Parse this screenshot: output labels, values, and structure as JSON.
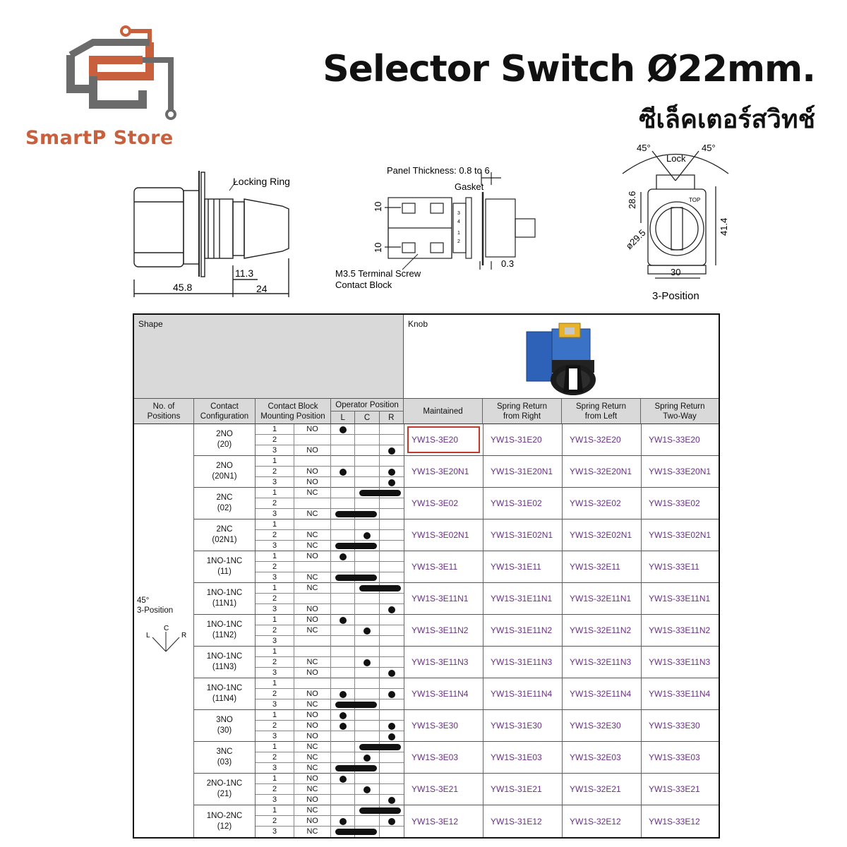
{
  "brand": {
    "name": "SmartP Store",
    "logo_icon": "circuit-s-logo",
    "color": "#c8603d"
  },
  "header": {
    "title": "Selector Switch Ø22mm.",
    "subtitle": "ซีเล็คเตอร์สวิทช์"
  },
  "drawings": {
    "side": {
      "locking_ring": "Locking Ring",
      "dim_length": "45.8",
      "dim_depth": "24",
      "dim_offset": "11.3"
    },
    "section": {
      "panel_thickness": "Panel Thickness: 0.8 to 6",
      "gasket": "Gasket",
      "terminal": "M3.5 Terminal Screw",
      "contact_block": "Contact Block",
      "dim_pitch_top": "10",
      "dim_pitch_bottom": "10",
      "dim_gasket": "0.3",
      "terminal_nums": [
        "3",
        "4",
        "1",
        "2"
      ]
    },
    "front": {
      "angle_left": "45°",
      "angle_right": "45°",
      "lock": "Lock",
      "dim_h1": "28.6",
      "dim_h2": "41.4",
      "dim_dia": "ø29.5",
      "dim_w": "30",
      "top_mark": "TOP",
      "caption": "3-Position"
    }
  },
  "table": {
    "shape_label": "Shape",
    "knob_label": "Knob",
    "knob_icon": "selector-switch-photo",
    "headers": {
      "positions": "No. of\nPositions",
      "config": "Contact\nConfiguration",
      "mounting": "Contact Block\nMounting Position",
      "operator": "Operator Position",
      "op_l": "L",
      "op_c": "C",
      "op_r": "R",
      "maintained": "Maintained",
      "spring_right": "Spring Return\nfrom Right",
      "spring_left": "Spring Return\nfrom Left",
      "spring_two": "Spring Return\nTwo-Way"
    },
    "position_label": "45°\n3-Position",
    "lcr": [
      "L",
      "C",
      "R"
    ],
    "groups": [
      {
        "config": "2NO\n(20)",
        "rows": [
          {
            "n": "1",
            "t": "NO",
            "op": "L"
          },
          {
            "n": "2",
            "t": "",
            "op": ""
          },
          {
            "n": "3",
            "t": "NO",
            "op": "R"
          }
        ],
        "models": [
          "YW1S-3E20",
          "YW1S-31E20",
          "YW1S-32E20",
          "YW1S-33E20"
        ]
      },
      {
        "config": "2NO\n(20N1)",
        "rows": [
          {
            "n": "1",
            "t": "",
            "op": ""
          },
          {
            "n": "2",
            "t": "NO",
            "op": "L,R"
          },
          {
            "n": "3",
            "t": "NO",
            "op": "R"
          }
        ],
        "models": [
          "YW1S-3E20N1",
          "YW1S-31E20N1",
          "YW1S-32E20N1",
          "YW1S-33E20N1"
        ]
      },
      {
        "config": "2NC\n(02)",
        "rows": [
          {
            "n": "1",
            "t": "NC",
            "op": "CR"
          },
          {
            "n": "2",
            "t": "",
            "op": ""
          },
          {
            "n": "3",
            "t": "NC",
            "op": "LC"
          }
        ],
        "models": [
          "YW1S-3E02",
          "YW1S-31E02",
          "YW1S-32E02",
          "YW1S-33E02"
        ]
      },
      {
        "config": "2NC\n(02N1)",
        "rows": [
          {
            "n": "1",
            "t": "",
            "op": ""
          },
          {
            "n": "2",
            "t": "NC",
            "op": "C"
          },
          {
            "n": "3",
            "t": "NC",
            "op": "LC"
          }
        ],
        "models": [
          "YW1S-3E02N1",
          "YW1S-31E02N1",
          "YW1S-32E02N1",
          "YW1S-33E02N1"
        ]
      },
      {
        "config": "1NO-1NC\n(11)",
        "rows": [
          {
            "n": "1",
            "t": "NO",
            "op": "L"
          },
          {
            "n": "2",
            "t": "",
            "op": ""
          },
          {
            "n": "3",
            "t": "NC",
            "op": "LC"
          }
        ],
        "models": [
          "YW1S-3E11",
          "YW1S-31E11",
          "YW1S-32E11",
          "YW1S-33E11"
        ]
      },
      {
        "config": "1NO-1NC\n(11N1)",
        "rows": [
          {
            "n": "1",
            "t": "NC",
            "op": "CR"
          },
          {
            "n": "2",
            "t": "",
            "op": ""
          },
          {
            "n": "3",
            "t": "NO",
            "op": "R"
          }
        ],
        "models": [
          "YW1S-3E11N1",
          "YW1S-31E11N1",
          "YW1S-32E11N1",
          "YW1S-33E11N1"
        ]
      },
      {
        "config": "1NO-1NC\n(11N2)",
        "rows": [
          {
            "n": "1",
            "t": "NO",
            "op": "L"
          },
          {
            "n": "2",
            "t": "NC",
            "op": "C"
          },
          {
            "n": "3",
            "t": "",
            "op": ""
          }
        ],
        "models": [
          "YW1S-3E11N2",
          "YW1S-31E11N2",
          "YW1S-32E11N2",
          "YW1S-33E11N2"
        ]
      },
      {
        "config": "1NO-1NC\n(11N3)",
        "rows": [
          {
            "n": "1",
            "t": "",
            "op": ""
          },
          {
            "n": "2",
            "t": "NC",
            "op": "C"
          },
          {
            "n": "3",
            "t": "NO",
            "op": "R"
          }
        ],
        "models": [
          "YW1S-3E11N3",
          "YW1S-31E11N3",
          "YW1S-32E11N3",
          "YW1S-33E11N3"
        ]
      },
      {
        "config": "1NO-1NC\n(11N4)",
        "rows": [
          {
            "n": "1",
            "t": "",
            "op": ""
          },
          {
            "n": "2",
            "t": "NO",
            "op": "L,R"
          },
          {
            "n": "3",
            "t": "NC",
            "op": "LC"
          }
        ],
        "models": [
          "YW1S-3E11N4",
          "YW1S-31E11N4",
          "YW1S-32E11N4",
          "YW1S-33E11N4"
        ]
      },
      {
        "config": "3NO\n(30)",
        "rows": [
          {
            "n": "1",
            "t": "NO",
            "op": "L"
          },
          {
            "n": "2",
            "t": "NO",
            "op": "L,R"
          },
          {
            "n": "3",
            "t": "NO",
            "op": "R"
          }
        ],
        "models": [
          "YW1S-3E30",
          "YW1S-31E30",
          "YW1S-32E30",
          "YW1S-33E30"
        ]
      },
      {
        "config": "3NC\n(03)",
        "rows": [
          {
            "n": "1",
            "t": "NC",
            "op": "CR"
          },
          {
            "n": "2",
            "t": "NC",
            "op": "C"
          },
          {
            "n": "3",
            "t": "NC",
            "op": "LC"
          }
        ],
        "models": [
          "YW1S-3E03",
          "YW1S-31E03",
          "YW1S-32E03",
          "YW1S-33E03"
        ]
      },
      {
        "config": "2NO-1NC\n(21)",
        "rows": [
          {
            "n": "1",
            "t": "NO",
            "op": "L"
          },
          {
            "n": "2",
            "t": "NC",
            "op": "C"
          },
          {
            "n": "3",
            "t": "NO",
            "op": "R"
          }
        ],
        "models": [
          "YW1S-3E21",
          "YW1S-31E21",
          "YW1S-32E21",
          "YW1S-33E21"
        ]
      },
      {
        "config": "1NO-2NC\n(12)",
        "rows": [
          {
            "n": "1",
            "t": "NC",
            "op": "CR"
          },
          {
            "n": "2",
            "t": "NO",
            "op": "L,R"
          },
          {
            "n": "3",
            "t": "NC",
            "op": "LC"
          }
        ],
        "models": [
          "YW1S-3E12",
          "YW1S-31E12",
          "YW1S-32E12",
          "YW1S-33E12"
        ]
      }
    ],
    "selected_model": "YW1S-3E20"
  }
}
